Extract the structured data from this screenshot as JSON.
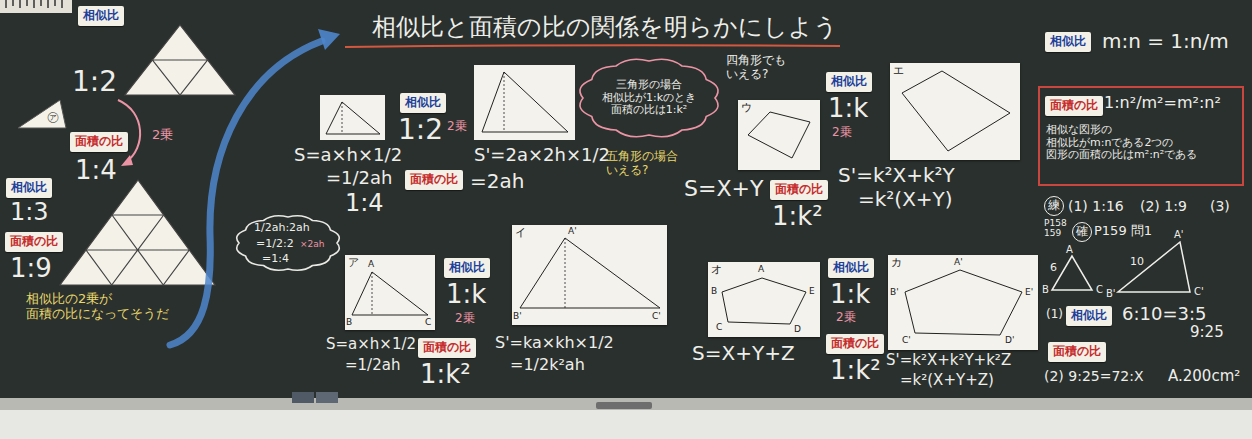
{
  "diagram": {
    "title": "相似比と面積の比の関係を明らかにしよう",
    "nodes": [
      {
        "text": [
          "相似比"
        ]
      },
      {
        "text": [
          "面積の比"
        ]
      },
      {
        "text": [
          "相似比"
        ]
      },
      {
        "text": [
          "面積の比"
        ]
      },
      {
        "text": [
          "相似比"
        ]
      },
      {
        "text": [
          "面積の比"
        ]
      },
      {
        "text": [
          "1/2ah:2ah",
          "=1/2:2",
          "=1:4",
          "×2ah"
        ]
      },
      {
        "text": [
          "ア",
          "A",
          "B",
          "C"
        ]
      },
      {
        "text": [
          "相似比"
        ]
      },
      {
        "text": [
          "イ",
          "A'",
          "B'",
          "C'"
        ]
      },
      {
        "text": [
          "面積の比"
        ]
      },
      {
        "text": [
          "三角形の場合 相似比が1:kのとき 面積の比は1:k²"
        ]
      },
      {
        "text": [
          "ウ"
        ]
      },
      {
        "text": [
          "相似比"
        ]
      },
      {
        "text": [
          "エ"
        ]
      },
      {
        "text": [
          "面積の比"
        ]
      },
      {
        "text": [
          "オ",
          "A",
          "B",
          "C",
          "D",
          "E"
        ]
      },
      {
        "text": [
          "相似比"
        ]
      },
      {
        "text": [
          "カ",
          "A'",
          "B'",
          "C'",
          "D'",
          "E'"
        ]
      },
      {
        "text": [
          "面積の比"
        ]
      },
      {
        "text": [
          "相似比"
        ]
      },
      {
        "text": [
          "1:n²/m²=m²:n²",
          "相似な図形の 相似比がm:nである2つの 図形の面積の比はm²:n²である"
        ]
      },
      {
        "text": [
          "面積の比"
        ],
        "in": 21
      },
      {
        "text": [
          "練"
        ]
      },
      {
        "text": [
          "確"
        ]
      },
      {
        "text": [
          "相似比"
        ]
      },
      {
        "text": [
          "面積の比"
        ]
      }
    ],
    "labels": [
      "㋐",
      "1:2",
      "2乗",
      "1:4",
      "1:3",
      "1:9",
      "相似比の2乗が 面積の比になってそうだ",
      "1:2",
      "2乗",
      "S=a×h×1/2",
      "S'=2a×2h×1/2",
      "=1/2ah",
      "=2ah",
      "1:4",
      "四角形でも いえる?",
      "五角形の場合 いえる?",
      "1:k",
      "2乗",
      "S=a×h×1/2",
      "=1/2ah",
      "1:k²",
      "S'=ka×kh×1/2",
      "=1/2k²ah",
      "1:k",
      "2乗",
      "S=X+Y",
      "1:k²",
      "S'=k²X+k²Y",
      "=k²(X+Y)",
      "1:k",
      "2乗",
      "S=X+Y+Z",
      "1:k²",
      "S'=k²X+k²Y+k²Z",
      "=k²(X+Y+Z)",
      "m:n = 1:n/m",
      "(1) 1:16",
      "(2) 1:9",
      "(3)",
      "P158 159",
      "P159 問1",
      "A",
      "B",
      "C",
      "6",
      "A'",
      "B'",
      "C'",
      "10",
      "(1)",
      "6:10=3:5",
      "9:25",
      "(2) 9:25=72:X",
      "A.200cm²"
    ]
  }
}
